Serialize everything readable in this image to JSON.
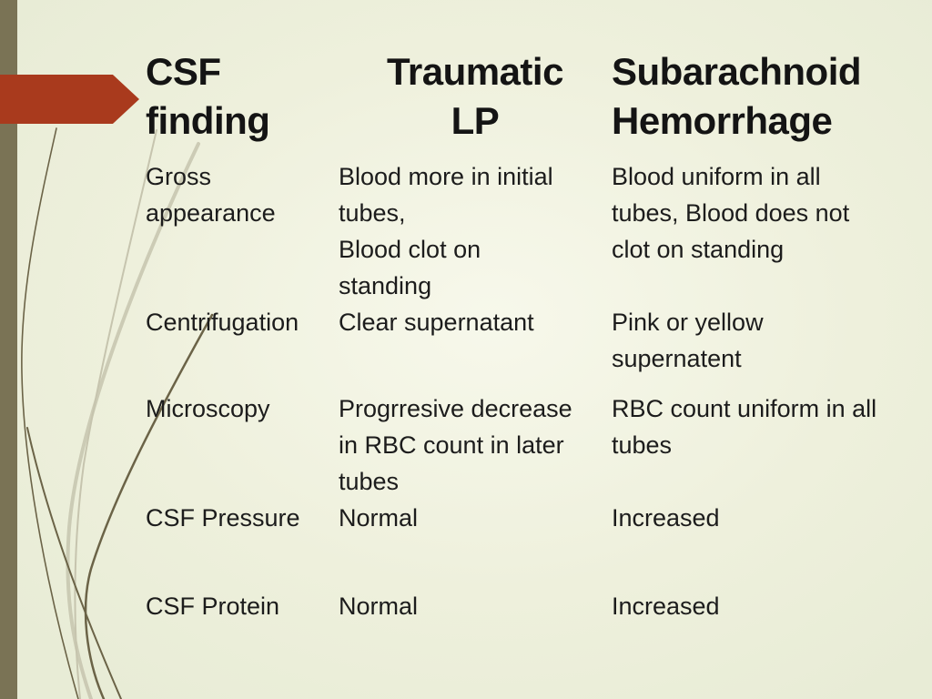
{
  "colors": {
    "accent": "#a93a1d",
    "sidebar": "#7a7355",
    "bg": "#eef0dc",
    "bg-light": "#f7f8eb",
    "bg-edge": "#e8ecd6",
    "curve-dark": "#6b6347",
    "curve-light": "#c6c4ae",
    "text": "#1a1a1a"
  },
  "table": {
    "headers": {
      "finding": "CSF\nfinding",
      "traumatic": "Traumatic\nLP",
      "sah": "Subarachnoid\nHemorrhage"
    },
    "rows": [
      {
        "finding": "Gross\nappearance",
        "traumatic": "Blood more in initial\ntubes,\nBlood clot on\nstanding",
        "sah": "Blood uniform in all\ntubes, Blood does not\nclot on standing"
      },
      {
        "finding": "Centrifugation",
        "traumatic": "Clear supernatant",
        "sah": "Pink or yellow\nsupernatent"
      },
      {
        "finding": "Microscopy",
        "traumatic": "Progrresive decrease\nin RBC count in later\ntubes",
        "sah": "RBC count uniform in all\ntubes"
      },
      {
        "finding": "CSF Pressure",
        "traumatic": "Normal",
        "sah": "Increased"
      },
      {
        "finding": "CSF Protein",
        "traumatic": "Normal",
        "sah": "Increased"
      }
    ]
  }
}
